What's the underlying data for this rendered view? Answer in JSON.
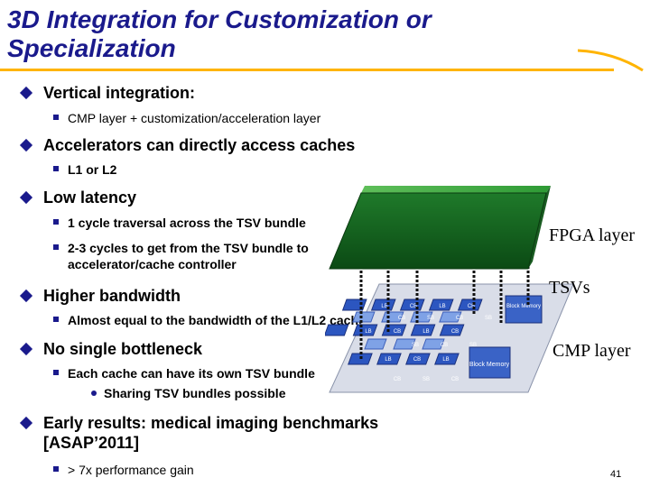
{
  "slide": {
    "title": "3D Integration for Customization or Specialization",
    "page_number": "41"
  },
  "bullets": [
    {
      "text": "Vertical integration:"
    },
    {
      "text": "CMP layer + customization/acceleration layer"
    },
    {
      "text": "Accelerators can directly access caches"
    },
    {
      "text": "L1 or L2"
    },
    {
      "text": "Low latency"
    },
    {
      "text": "1 cycle traversal across the TSV bundle"
    },
    {
      "text": "2-3 cycles to get from the TSV bundle to accelerator/cache controller"
    },
    {
      "text": "Higher bandwidth"
    },
    {
      "text": "Almost equal to the bandwidth of the L1/L2 cache"
    },
    {
      "text": "No single bottleneck"
    },
    {
      "text": "Each cache can have its own TSV bundle"
    },
    {
      "text": "Sharing TSV bundles possible"
    },
    {
      "text": "Early results:   medical imaging benchmarks [ASAP’2011]"
    },
    {
      "text": "> 7x performance gain"
    }
  ],
  "figure": {
    "fpga_label": "FPGA layer",
    "tsv_label": "TSVs",
    "cmp_label": "CMP layer",
    "cell_labels": {
      "lb": "LB",
      "cb": "CB",
      "sb": "SB",
      "block_memory": "Block Memory"
    }
  }
}
